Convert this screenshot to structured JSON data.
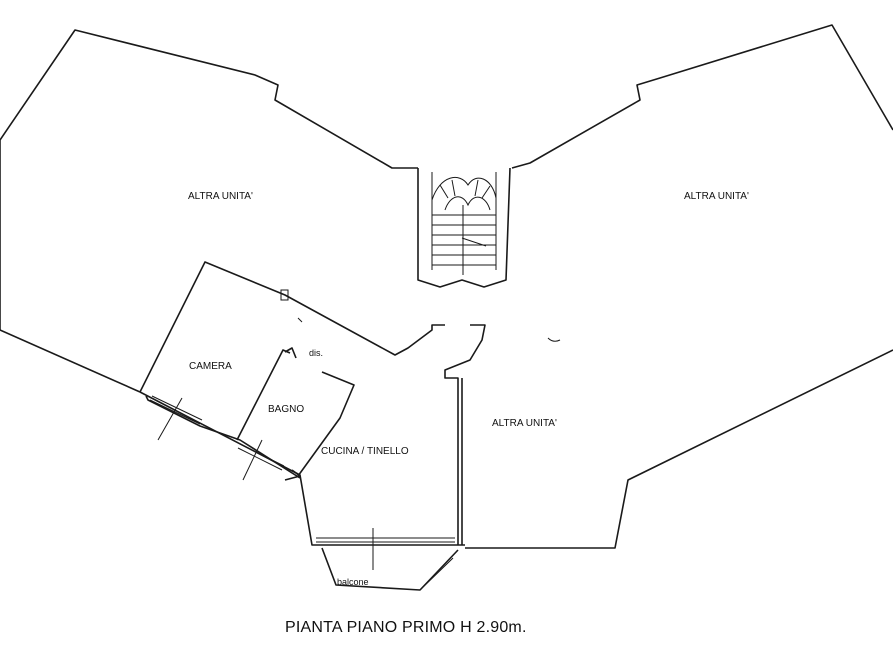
{
  "rooms": {
    "altra_left": "ALTRA UNITA'",
    "altra_right": "ALTRA UNITA'",
    "altra_center": "ALTRA UNITA'",
    "camera": "CAMERA",
    "bagno": "BAGNO",
    "disimpegno": "dis.",
    "cucina": "CUCINA / TINELLO",
    "balcone": "balcone"
  },
  "title": "PIANTA PIANO PRIMO H 2.90m."
}
